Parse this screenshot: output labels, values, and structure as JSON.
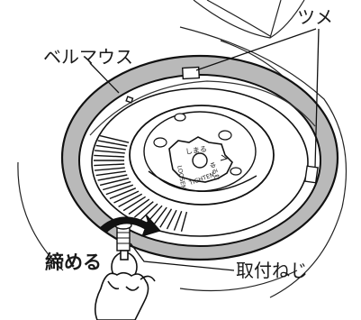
{
  "labels": {
    "bellmouth": "ベルマウス",
    "tab": "ツメ",
    "tighten": "締める",
    "screw": "取付ねじ"
  },
  "knob_text": {
    "shimeru": "しまる",
    "yurumu": "ゆるむ",
    "tighten": "TIGHTEN",
    "loosen": "LOOSEN"
  }
}
